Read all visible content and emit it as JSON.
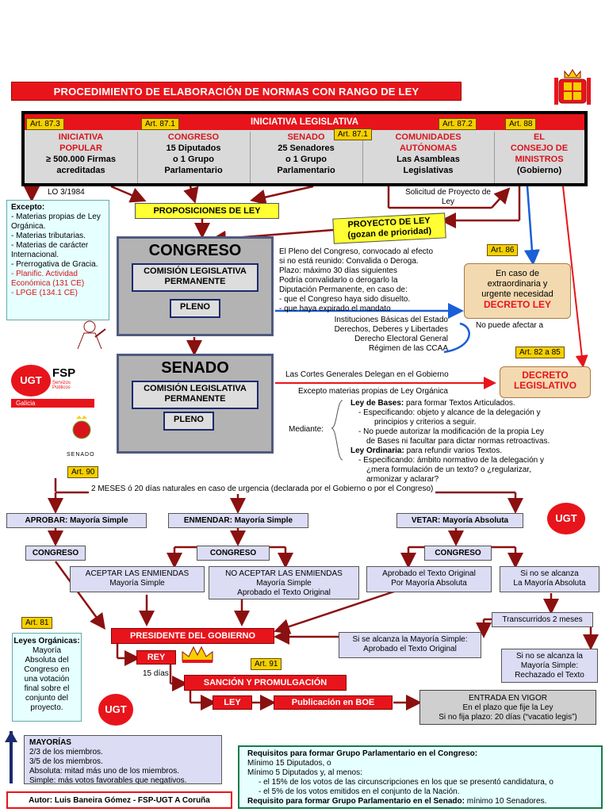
{
  "title": "PROCEDIMIENTO DE ELABORACIÓN DE NORMAS CON RANGO DE LEY",
  "iniciativa": {
    "header": "INICIATIVA LEGISLATIVA",
    "cols": [
      {
        "art": "Art. 87.3",
        "line1": "INICIATIVA",
        "line2": "POPULAR",
        "line3": "≥ 500.000 Firmas",
        "line4": "acreditadas"
      },
      {
        "art": "Art. 87.1",
        "line1": "CONGRESO",
        "line2": "15 Diputados",
        "line3": "o 1 Grupo",
        "line4": "Parlamentario"
      },
      {
        "art": "Art. 87.1",
        "line1": "SENADO",
        "line2": "25 Senadores",
        "line3": "o 1 Grupo",
        "line4": "Parlamentario"
      },
      {
        "art": "Art. 87.2",
        "line1": "COMUNIDADES",
        "line2": "AUTÓNOMAS",
        "line3": "Las Asambleas",
        "line4": "Legislativas"
      },
      {
        "art": "Art. 88",
        "line1": "EL",
        "line2": "CONSEJO DE",
        "line3": "MINISTROS",
        "line4": "(Gobierno)"
      }
    ]
  },
  "lo": "LO 3/1984",
  "excepto": {
    "title": "Excepto:",
    "items": [
      "- Materias propias de Ley Orgánica.",
      "- Materias tributarias.",
      "- Materias de carácter Internacional.",
      "- Prerrogativa de Gracia."
    ],
    "red_items": [
      "- Planific. Actividad Económica (131 CE)",
      "- LPGE (134.1 CE)"
    ]
  },
  "proposiciones": "PROPOSICIONES DE LEY",
  "solicitud": "Solicitud de Proyecto de Ley",
  "proyecto": {
    "line1": "PROYECTO DE LEY",
    "line2": "(gozan de prioridad)"
  },
  "congreso": {
    "title": "CONGRESO",
    "comision": "COMISIÓN LEGISLATIVA PERMANENTE",
    "pleno": "PLENO"
  },
  "senado": {
    "title": "SENADO",
    "comision": "COMISIÓN LEGISLATIVA PERMANENTE",
    "pleno": "PLENO",
    "logo_text": "SENADO"
  },
  "pleno_text": [
    "El Pleno del Congreso, convocado al efecto",
    "si no está reunido: Convalida o Deroga.",
    "Plazo: máximo 30 días siguientes",
    "Podría convalidarlo o derogarlo la",
    "Diputación Permanente, en caso de:",
    "- que el Congreso haya sido disuelto.",
    "- que haya expirado el mandato"
  ],
  "art86": "Art. 86",
  "urgente": {
    "line1": "En caso de",
    "line2": "extraordinaria y",
    "line3": "urgente necesidad",
    "line4": "DECRETO LEY"
  },
  "no_afectar": "No puede afectar a",
  "instituciones": [
    "Instituciones Básicas del Estado",
    "Derechos, Deberes y Libertades",
    "Derecho Electoral General",
    "Régimen de las CCAA"
  ],
  "art82": "Art. 82 a 85",
  "decreto_leg": {
    "line1": "DECRETO",
    "line2": "LEGISLATIVO"
  },
  "cortes": "Las Cortes Generales Delegan en el Gobierno",
  "excepto_lo": "Excepto materias propias de Ley Orgánica",
  "mediante": "Mediante:",
  "bases": {
    "title": "Ley de Bases:",
    "title_rest": " para formar Textos Articulados.",
    "l1": "- Especificando: objeto y alcance de la delegación y",
    "l2": "principios y criterios a seguir.",
    "l3": "- No puede autorizar la modificación de la propia Ley",
    "l4": "de Bases ni facultar para dictar normas retroactivas.",
    "ord_title": "Ley Ordinaria:",
    "ord_rest": " para refundir varios Textos.",
    "l5": "- Especificando: ámbito normativo de la delegación y",
    "l6": "¿mera formulación de un texto? o ¿regularizar,",
    "l7": "armonizar y aclarar?"
  },
  "art90": "Art. 90",
  "plazo": "2 MESES ó 20 días naturales en caso de urgencia (declarada por el Gobierno o por el Congreso)",
  "aprobar": "APROBAR: Mayoría Simple",
  "enmendar": "ENMENDAR: Mayoría Simple",
  "vetar": "VETAR: Mayoría Absoluta",
  "congreso_small": "CONGRESO",
  "aceptar": {
    "line1": "ACEPTAR LAS ENMIENDAS",
    "line2": "Mayoría Simple"
  },
  "no_aceptar": {
    "line1": "NO ACEPTAR LAS ENMIENDAS",
    "line2": "Mayoría Simple",
    "line3": "Aprobado el Texto Original"
  },
  "aprobado_abs": {
    "line1": "Aprobado el Texto Original",
    "line2": "Por Mayoría Absoluta"
  },
  "no_abs": {
    "line1": "Si no se alcanza",
    "line2": "La Mayoría Absoluta"
  },
  "transcurridos": "Transcurridos 2 meses",
  "si_simple": {
    "line1": "Si se alcanza la Mayoría Simple:",
    "line2": "Aprobado el Texto Original"
  },
  "no_simple": {
    "line1": "Si no se alcanza la",
    "line2": "Mayoría Simple:",
    "line3": "Rechazado el Texto"
  },
  "art81": "Art. 81",
  "leyes_org": {
    "title": "Leyes Orgánicas:",
    "body": [
      "Mayoría",
      "Absoluta del",
      "Congreso en",
      "una votación",
      "final sobre el",
      "conjunto del",
      "proyecto."
    ]
  },
  "presidente": "PRESIDENTE DEL GOBIERNO",
  "rey": "REY",
  "quince": "15 días",
  "art91": "Art. 91",
  "sancion": "SANCIÓN Y PROMULGACIÓN",
  "ley": "LEY",
  "boe": "Publicación en BOE",
  "vigor": {
    "line1": "ENTRADA EN VIGOR",
    "line2": "En el plazo que fije la Ley",
    "line3": "Si no fija plazo: 20 días (“vacatio legis”)"
  },
  "mayorias": {
    "title": "MAYORÍAS",
    "l1": "2/3 de los miembros.",
    "l2": "3/5 de los miembros.",
    "l3": "Absoluta: mitad más uno de los miembros.",
    "l4": "Simple: más votos favorables que negativos."
  },
  "autor": "Autor: Luis Baneira Gómez - FSP-UGT A Coruña",
  "requisitos": {
    "title": "Requisitos para formar Grupo Parlamentario en el Congreso:",
    "l1": "Mínimo 15 Diputados, o",
    "l2": "Mínimo 5 Diputados y, al menos:",
    "l3": "- el 15% de los votos de las circunscripciones en los que se presentó candidatura, o",
    "l4": "- el 5% de los votos emitidos en el conjunto de la Nación.",
    "senado_title": "Requisito para formar Grupo Parlamentario en el Senado:",
    "senado_rest": " mínimo 10 Senadores."
  },
  "logos": {
    "ugt": "UGT",
    "fsp": "FSP",
    "fsp_sub": "Servizos Públicos",
    "galicia": "Galicia"
  },
  "colors": {
    "red": "#e8141b",
    "yellow": "#f5d000",
    "lavender": "#dcdcf4",
    "blue": "#1a5fd6"
  }
}
